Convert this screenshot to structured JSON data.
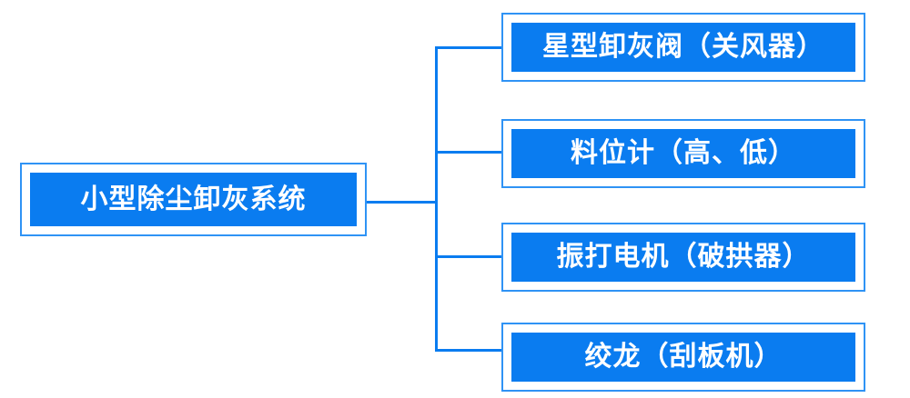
{
  "diagram": {
    "type": "tree",
    "orientation": "left-to-right",
    "title": "小型除尘卸灰系统",
    "colors": {
      "node_fill": "#0a7cf0",
      "node_border": "#2f93f5",
      "connector": "#0a7cf0",
      "label_text": "#ffffff",
      "background": "#ffffff"
    },
    "root": {
      "label": "小型除尘卸灰系统"
    },
    "children": [
      {
        "label": "星型卸灰阀（关风器）"
      },
      {
        "label": "料位计（高、低）"
      },
      {
        "label": "振打电机（破拱器）"
      },
      {
        "label": "绞龙（刮板机）"
      }
    ]
  }
}
